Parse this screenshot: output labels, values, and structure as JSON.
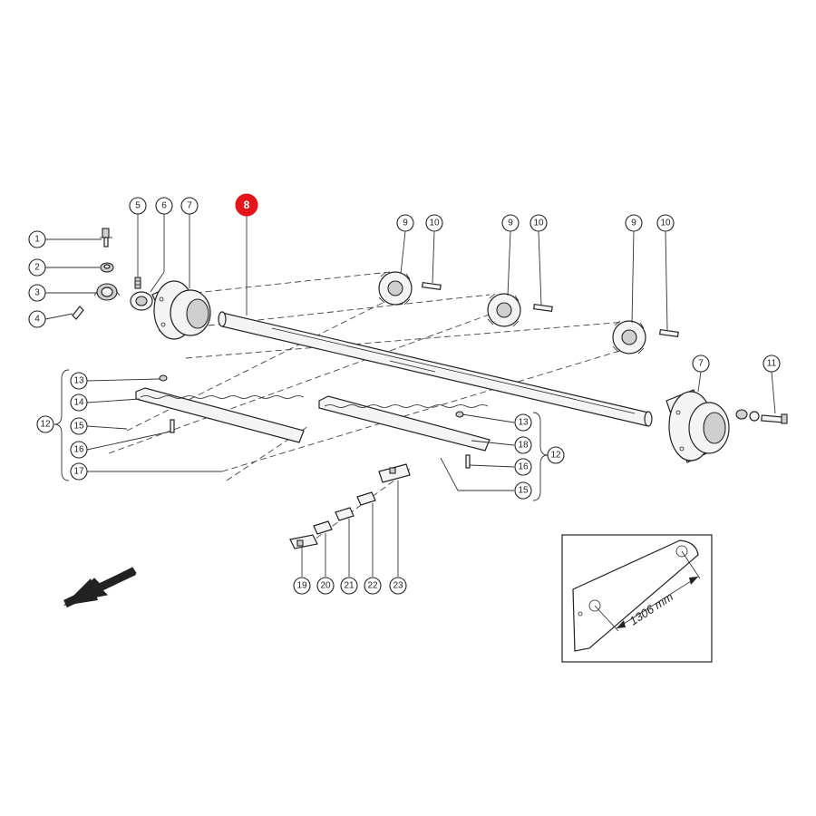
{
  "callouts": [
    {
      "label": "1",
      "x": 0,
      "y": 0
    },
    {
      "label": "2"
    },
    {
      "label": "3"
    },
    {
      "label": "4"
    },
    {
      "label": "5"
    },
    {
      "label": "6"
    },
    {
      "label": "7"
    },
    {
      "label": "8"
    },
    {
      "label": "9"
    },
    {
      "label": "10"
    },
    {
      "label": "11"
    },
    {
      "label": "12"
    },
    {
      "label": "13"
    },
    {
      "label": "14"
    },
    {
      "label": "15"
    },
    {
      "label": "16"
    },
    {
      "label": "17"
    },
    {
      "label": "18"
    },
    {
      "label": "19"
    },
    {
      "label": "20"
    },
    {
      "label": "21"
    },
    {
      "label": "22"
    },
    {
      "label": "23"
    }
  ],
  "labels": {
    "c1": "1",
    "c2": "2",
    "c3": "3",
    "c4": "4",
    "c5": "5",
    "c6": "6",
    "c7": "7",
    "c8": "8",
    "c9": "9",
    "c10": "10",
    "c11": "11",
    "c12": "12",
    "c13": "13",
    "c14": "14",
    "c15": "15",
    "c16": "16",
    "c17": "17",
    "c18": "18",
    "c19": "19",
    "c20": "20",
    "c21": "21",
    "c22": "22",
    "c23": "23"
  },
  "highlight_color": "#e5141a",
  "detail": {
    "dimension": "1306 mm"
  }
}
